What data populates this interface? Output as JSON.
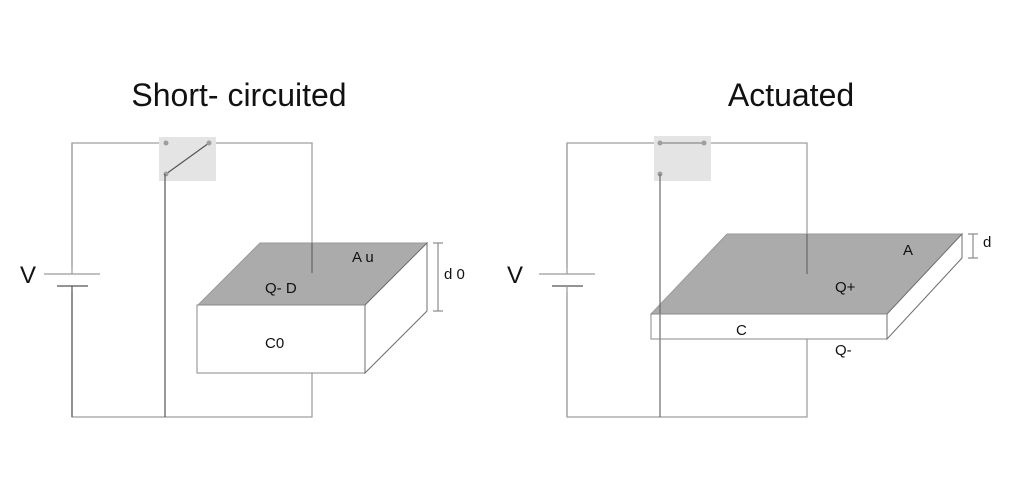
{
  "diagrams": [
    {
      "title": "Short- circuited",
      "switch_state": "short-circuited",
      "voltage_label": "V",
      "plate_area_label": "A u",
      "charge_label": "Q- D",
      "capacitance_label": "C0",
      "gap_label": "d 0"
    },
    {
      "title": "Actuated",
      "switch_state": "actuated",
      "voltage_label": "V",
      "plate_area_label": "A",
      "charge_top_label": "Q+",
      "charge_bottom_label": "Q-",
      "capacitance_label": "C",
      "gap_label": "d"
    }
  ],
  "colors": {
    "plate_fill": "#ababab",
    "switch_box": "#e4e4e4",
    "wire": "#9a9a9a"
  }
}
